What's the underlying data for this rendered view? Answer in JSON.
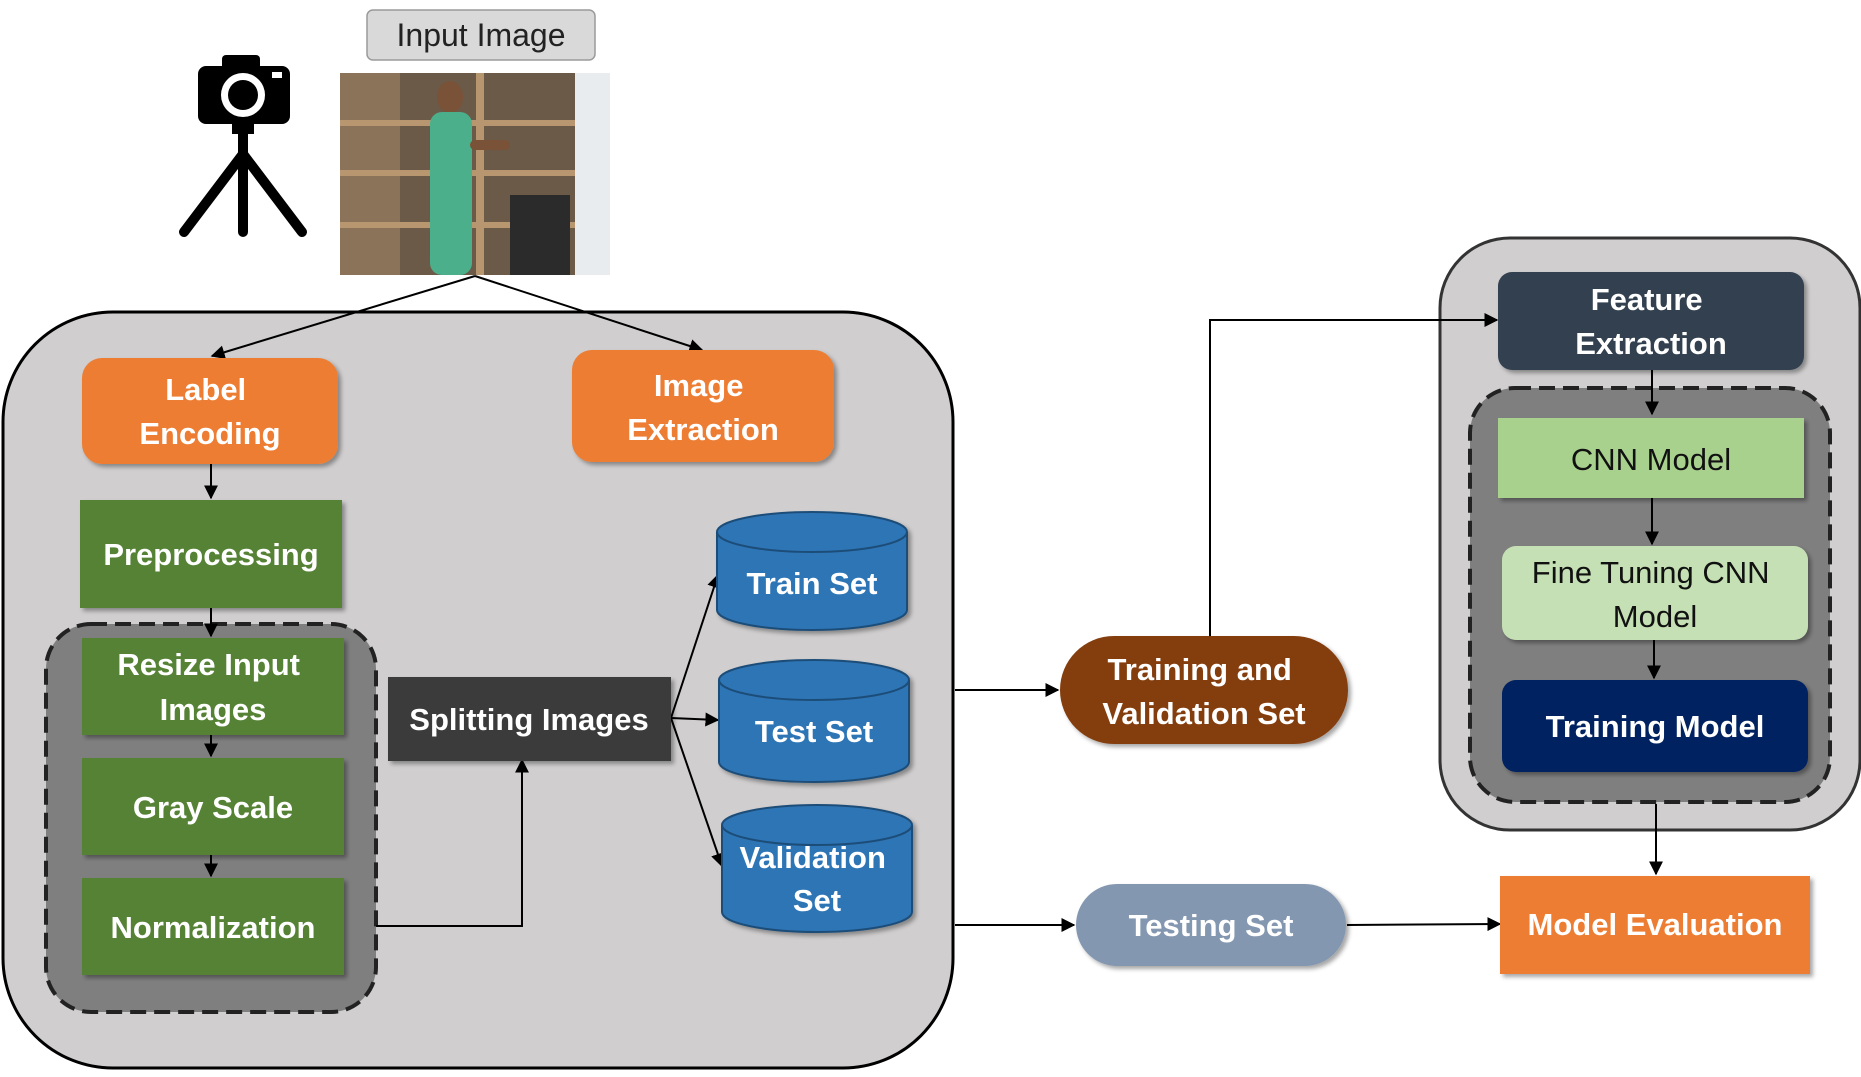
{
  "input_label": "Input Image",
  "nodes": {
    "label_encoding": [
      "Label",
      "Encoding"
    ],
    "image_extraction": [
      "Image",
      "Extraction"
    ],
    "preprocessing": [
      "Preprocessing"
    ],
    "resize_input_images": [
      "Resize Input",
      "Images"
    ],
    "gray_scale": [
      "Gray Scale"
    ],
    "normalization": [
      "Normalization"
    ],
    "splitting_images": [
      "Splitting Images"
    ],
    "train_set": [
      "Train Set"
    ],
    "test_set": [
      "Test Set"
    ],
    "validation_set": [
      "Validation",
      "Set"
    ],
    "training_and_validation_set": [
      "Training and",
      "Validation Set"
    ],
    "testing_set": [
      "Testing Set"
    ],
    "feature_extraction": [
      "Feature",
      "Extraction"
    ],
    "cnn_model": [
      "CNN Model"
    ],
    "fine_tuning_cnn_model": [
      "Fine Tuning CNN",
      "Model"
    ],
    "training_model": [
      "Training Model"
    ],
    "model_evaluation": [
      "Model Evaluation"
    ]
  },
  "colors": {
    "orange": "#ED7D31",
    "green": "#548235",
    "dark_gray": "#3A3A3A",
    "blue": "#2E75B6",
    "brown": "#843C0C",
    "slate_blue": "#8497B0",
    "navy_gray": "#333F50",
    "light_green": "#A9D18E",
    "navy": "#002060",
    "panel_gray": "#D0CECE",
    "dashed_group_gray": "#7F7F7F"
  },
  "icons": [
    "camera-tripod-icon",
    "input-photo"
  ]
}
